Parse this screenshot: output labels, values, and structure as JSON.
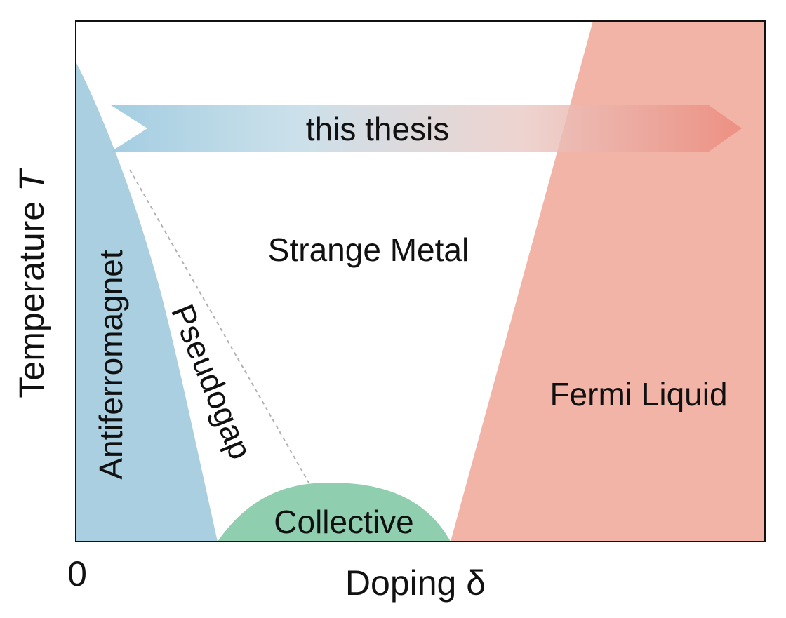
{
  "diagram": {
    "axes": {
      "y_label_main": "Temperature ",
      "y_label_italic": "T",
      "x_label": "Doping δ",
      "origin_label": "0"
    },
    "regions": {
      "antiferromagnet": {
        "label": "Antiferromagnet",
        "color": "#a9cfe0"
      },
      "pseudogap": {
        "label": "Pseudogap"
      },
      "strange_metal": {
        "label": "Strange Metal"
      },
      "fermi_liquid": {
        "label": "Fermi Liquid",
        "color": "#f3b4a8"
      },
      "collective": {
        "label": "Collective",
        "color": "#8fcfb0"
      }
    },
    "arrow": {
      "label": "this thesis",
      "color_start": "#9ecbe0",
      "color_end": "#ec8a7c"
    }
  }
}
